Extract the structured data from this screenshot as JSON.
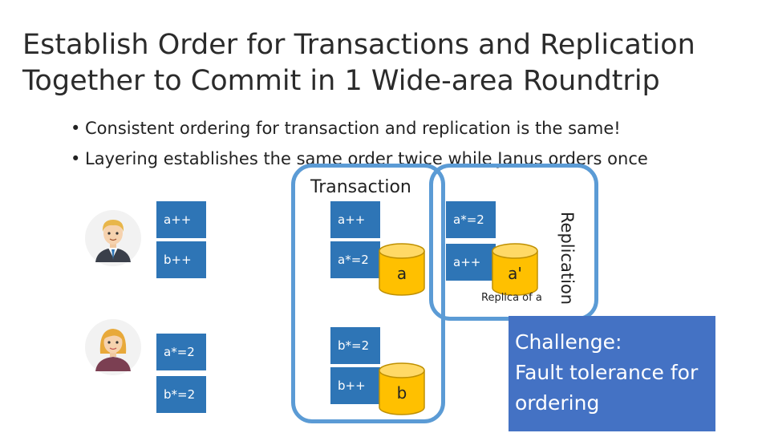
{
  "title_line1": "Establish Order for Transactions and Replication",
  "title_line2": "Together to Commit in 1 Wide-area Roundtrip",
  "bullets": [
    "Consistent ordering for transaction and replication is the same!",
    "Layering establishes the same order twice while Janus orders once"
  ],
  "labels": {
    "transaction": "Transaction",
    "replication": "Replication",
    "replica_of_a": "Replica of a"
  },
  "client1_ops": [
    "a++",
    "b++"
  ],
  "client2_ops": [
    "a*=2",
    "b*=2"
  ],
  "server_a_ops": [
    "a++",
    "a*=2"
  ],
  "server_a_db": "a",
  "replica_ops": [
    "a*=2",
    "a++"
  ],
  "replica_db": "a'",
  "server_b_ops": [
    "b*=2",
    "b++"
  ],
  "server_b_db": "b",
  "challenge": {
    "line1": "Challenge:",
    "line2": "Fault tolerance for",
    "line3": "ordering"
  },
  "colors": {
    "op_box": "#2e75b6",
    "ring": "#5b9bd5",
    "database": "#ffc000",
    "challenge_box": "#4472c4"
  },
  "icons": [
    "man-avatar-icon",
    "woman-avatar-icon",
    "database-icon"
  ]
}
